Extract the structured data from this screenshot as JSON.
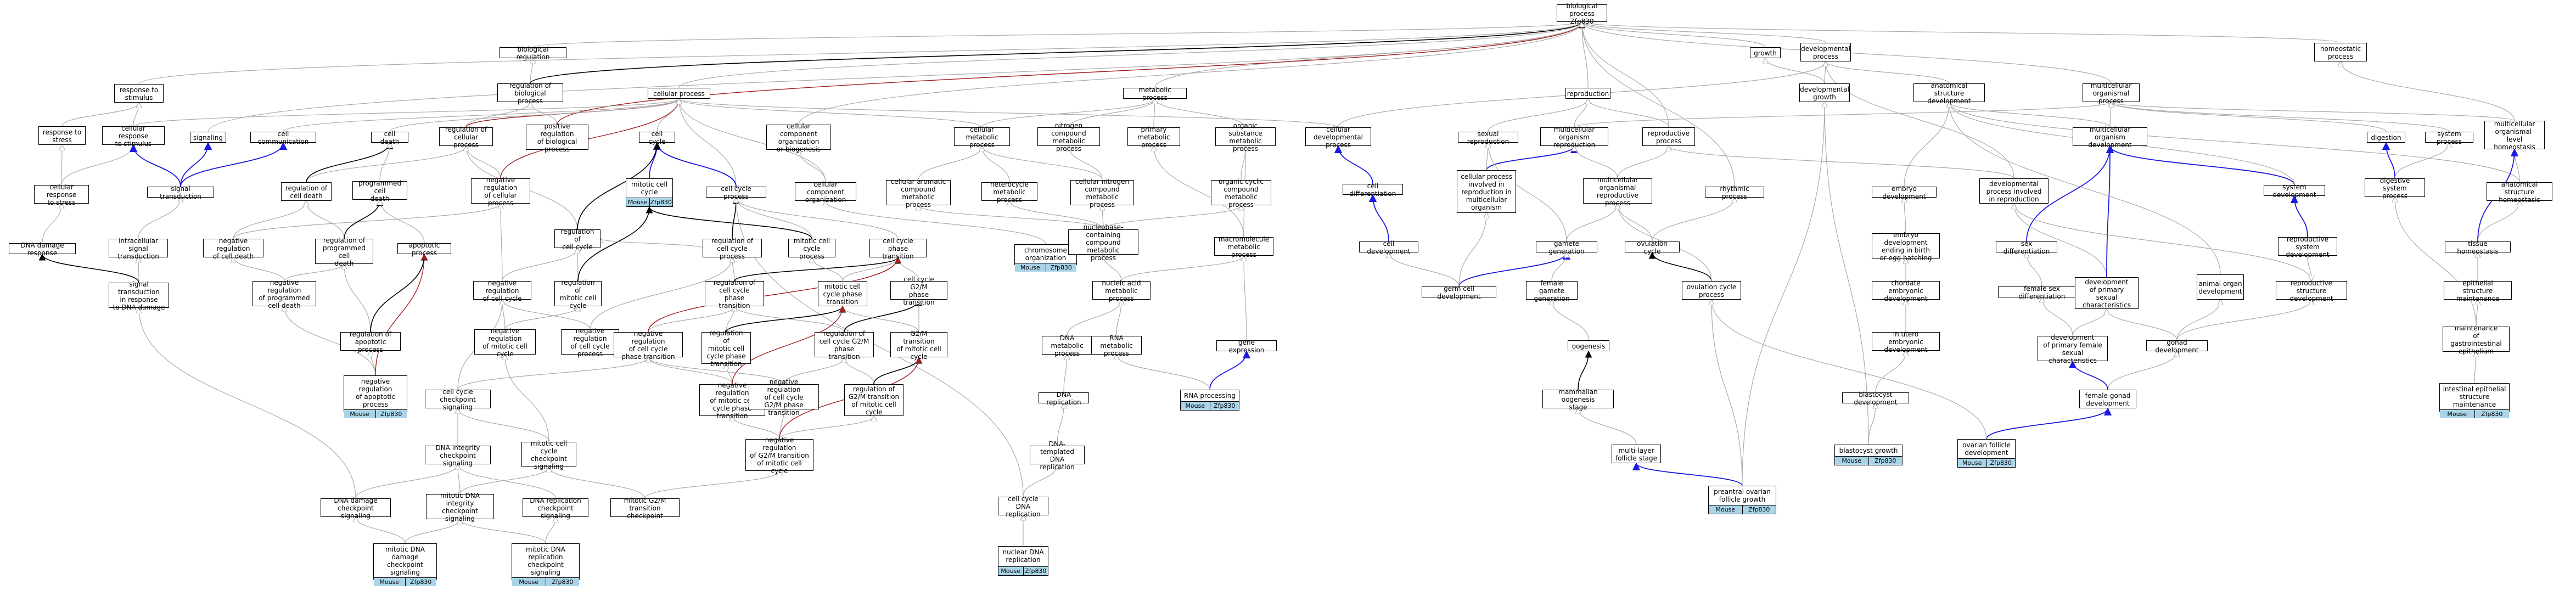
{
  "colors": {
    "is_a": "#aaaaaa",
    "part_of": "#000000",
    "regulates": "#a31c1c",
    "positive": "#1a1ae0",
    "tag_bg": "#a9d4e8"
  },
  "annotation_tags": [
    "Mouse",
    "Zfp830"
  ],
  "nodes": [
    {
      "id": "bp",
      "label": "biological process\nZfp830"
    },
    {
      "id": "breg",
      "label": "biological regulation"
    },
    {
      "id": "rbp",
      "label": "regulation of\nbiological process"
    },
    {
      "id": "rts",
      "label": "response to\nstimulus"
    },
    {
      "id": "rtstress",
      "label": "response to\nstress"
    },
    {
      "id": "crts",
      "label": "cellular response\nto stimulus"
    },
    {
      "id": "sig",
      "label": "signaling"
    },
    {
      "id": "ccomm",
      "label": "cell communication"
    },
    {
      "id": "cdeath",
      "label": "cell death"
    },
    {
      "id": "rcp",
      "label": "regulation of\ncellular process"
    },
    {
      "id": "prbp",
      "label": "positive regulation\nof biological\nprocess"
    },
    {
      "id": "cp",
      "label": "cellular process"
    },
    {
      "id": "ccogb",
      "label": "cellular component\norganization\nor biogenesis"
    },
    {
      "id": "mp",
      "label": "metabolic process"
    },
    {
      "id": "crtstress",
      "label": "cellular response\nto stress"
    },
    {
      "id": "st",
      "label": "signal transduction"
    },
    {
      "id": "rcd",
      "label": "regulation of\ncell death"
    },
    {
      "id": "pcd",
      "label": "programmed cell\ndeath"
    },
    {
      "id": "nrcp",
      "label": "negative regulation\nof cellular\nprocess"
    },
    {
      "id": "cc",
      "label": "cell cycle"
    },
    {
      "id": "mcc",
      "label": "mitotic cell\ncycle",
      "annot": true
    },
    {
      "id": "ccproc",
      "label": "cell cycle process"
    },
    {
      "id": "cco",
      "label": "cellular component\norganization"
    },
    {
      "id": "cmetp",
      "label": "cellular metabolic\nprocess"
    },
    {
      "id": "ncmp",
      "label": "nitrogen compound\nmetabolic process"
    },
    {
      "id": "pmp",
      "label": "primary metabolic\nprocess"
    },
    {
      "id": "osmp",
      "label": "organic substance\nmetabolic process"
    },
    {
      "id": "cdevp",
      "label": "cellular developmental\nprocess"
    },
    {
      "id": "dnadr",
      "label": "DNA damage response"
    },
    {
      "id": "ist",
      "label": "intracellular\nsignal transduction"
    },
    {
      "id": "nrcd",
      "label": "negative regulation\nof cell death"
    },
    {
      "id": "rpcd",
      "label": "regulation of\nprogrammed cell\ndeath"
    },
    {
      "id": "rcc",
      "label": "regulation of\ncell cycle"
    },
    {
      "id": "carcmp",
      "label": "cellular aromatic\ncompound metabolic\nprocess"
    },
    {
      "id": "hmp",
      "label": "heterocycle\nmetabolic process"
    },
    {
      "id": "cncmp",
      "label": "cellular nitrogen\ncompound metabolic\nprocess"
    },
    {
      "id": "ocmp",
      "label": "organic cyclic\ncompound metabolic\nprocess"
    },
    {
      "id": "stdna",
      "label": "signal transduction\nin response\nto DNA damage"
    },
    {
      "id": "nrpcd",
      "label": "negative regulation\nof programmed\ncell death"
    },
    {
      "id": "ap",
      "label": "apoptotic process"
    },
    {
      "id": "nrcc",
      "label": "negative regulation\nof cell cycle"
    },
    {
      "id": "rmcc",
      "label": "regulation of\nmitotic cell\ncycle"
    },
    {
      "id": "rccp",
      "label": "regulation of\ncell cycle process"
    },
    {
      "id": "mccp",
      "label": "mitotic cell\ncycle process"
    },
    {
      "id": "ccpt",
      "label": "cell cycle phase\ntransition"
    },
    {
      "id": "chromorg",
      "label": "chromosome organization",
      "annot": true
    },
    {
      "id": "nccmp",
      "label": "nucleobase-containing\ncompound metabolic\nprocess"
    },
    {
      "id": "macmp",
      "label": "macromolecule\nmetabolic process"
    },
    {
      "id": "rap",
      "label": "regulation of\napoptotic process"
    },
    {
      "id": "nrap",
      "label": "negative regulation\nof apoptotic\nprocess",
      "annot": true
    },
    {
      "id": "nrmcc",
      "label": "negative regulation\nof mitotic cell\ncycle"
    },
    {
      "id": "nrccp",
      "label": "negative regulation\nof cell cycle\nprocess"
    },
    {
      "id": "rccpt",
      "label": "regulation of\ncell cycle phase\ntransition"
    },
    {
      "id": "mccpt",
      "label": "mitotic cell\ncycle phase\ntransition"
    },
    {
      "id": "ccg2m",
      "label": "cell cycle G2/M\nphase transition"
    },
    {
      "id": "nrccpt",
      "label": "negative regulation\nof cell cycle\nphase transition"
    },
    {
      "id": "rmccpt",
      "label": "regulation of\nmitotic cell\ncycle phase\ntransition"
    },
    {
      "id": "rccg2m",
      "label": "regulation of\ncell cycle G2/M\nphase transition"
    },
    {
      "id": "g2mmcc",
      "label": "G2/M transition\nof mitotic cell\ncycle"
    },
    {
      "id": "nrmccpt",
      "label": "negative regulation\nof mitotic cell\ncycle phase\ntransition"
    },
    {
      "id": "nrccg2m",
      "label": "negative regulation\nof cell cycle\nG2/M phase transition"
    },
    {
      "id": "rg2m",
      "label": "regulation of\nG2/M transition\nof mitotic cell\ncycle"
    },
    {
      "id": "nrg2m",
      "label": "negative regulation\nof G2/M transition\nof mitotic cell\ncycle"
    },
    {
      "id": "nametp",
      "label": "nucleic acid\nmetabolic process"
    },
    {
      "id": "dnamp",
      "label": "DNA metabolic\nprocess"
    },
    {
      "id": "rnamp",
      "label": "RNA metabolic\nprocess"
    },
    {
      "id": "gexp",
      "label": "gene expression"
    },
    {
      "id": "rnap",
      "label": "RNA processing",
      "annot": true
    },
    {
      "id": "dnarep",
      "label": "DNA replication"
    },
    {
      "id": "dtdr",
      "label": "DNA-templated\nDNA replication"
    },
    {
      "id": "ccdr",
      "label": "cell cycle DNA\nreplication"
    },
    {
      "id": "ndr",
      "label": "nuclear DNA\nreplication",
      "annot": true
    },
    {
      "id": "cccs",
      "label": "cell cycle checkpoint\nsignaling"
    },
    {
      "id": "dics",
      "label": "DNA integrity\ncheckpoint signaling"
    },
    {
      "id": "mccs",
      "label": "mitotic cell\ncycle checkpoint\nsignaling"
    },
    {
      "id": "ddcs",
      "label": "DNA damage checkpoint\nsignaling"
    },
    {
      "id": "mdics",
      "label": "mitotic DNA\nintegrity checkpoint\nsignaling"
    },
    {
      "id": "drcs",
      "label": "DNA replication\ncheckpoint signaling"
    },
    {
      "id": "mg2mcs",
      "label": "mitotic G2/M\ntransition checkpoint"
    },
    {
      "id": "mddcs",
      "label": "mitotic DNA\ndamage checkpoint\nsignaling",
      "annot": true
    },
    {
      "id": "mdrcs",
      "label": "mitotic DNA\nreplication checkpoint\nsignaling",
      "annot": true
    },
    {
      "id": "cdiff",
      "label": "cell differentiation"
    },
    {
      "id": "cdev",
      "label": "cell development"
    },
    {
      "id": "growth",
      "label": "growth"
    },
    {
      "id": "devp",
      "label": "developmental\nprocess"
    },
    {
      "id": "devg",
      "label": "developmental\ngrowth"
    },
    {
      "id": "repro",
      "label": "reproduction"
    },
    {
      "id": "sexrep",
      "label": "sexual reproduction"
    },
    {
      "id": "mcorep",
      "label": "multicellular\norganism reproduction"
    },
    {
      "id": "repp",
      "label": "reproductive\nprocess"
    },
    {
      "id": "cpirmo",
      "label": "cellular process\ninvolved in\nreproduction in\nmulticellular\norganism"
    },
    {
      "id": "morp",
      "label": "multicellular\norganismal reproductive\nprocess"
    },
    {
      "id": "rhyp",
      "label": "rhythmic process"
    },
    {
      "id": "gamgen",
      "label": "gamete generation"
    },
    {
      "id": "ovc",
      "label": "ovulation cycle"
    },
    {
      "id": "gcd",
      "label": "germ cell development"
    },
    {
      "id": "fgg",
      "label": "female gamete\ngeneration"
    },
    {
      "id": "ovcp",
      "label": "ovulation cycle\nprocess"
    },
    {
      "id": "oog",
      "label": "oogenesis"
    },
    {
      "id": "mos",
      "label": "mammalian oogenesis\nstage"
    },
    {
      "id": "mlfs",
      "label": "multi-layer\nfollicle stage"
    },
    {
      "id": "pofg",
      "label": "preantral ovarian\nfollicle growth",
      "annot": true
    },
    {
      "id": "asd",
      "label": "anatomical structure\ndevelopment"
    },
    {
      "id": "mcod",
      "label": "multicellular\norganism development"
    },
    {
      "id": "embd",
      "label": "embryo development"
    },
    {
      "id": "dpir",
      "label": "developmental\nprocess involved\nin reproduction"
    },
    {
      "id": "edbe",
      "label": "embryo development\nending in birth\nor egg hatching"
    },
    {
      "id": "ced",
      "label": "chordate embryonic\ndevelopment"
    },
    {
      "id": "iued",
      "label": "in utero embryonic\ndevelopment"
    },
    {
      "id": "blastd",
      "label": "blastocyst development"
    },
    {
      "id": "blastg",
      "label": "blastocyst growth",
      "annot": true
    },
    {
      "id": "sexdiff",
      "label": "sex differentiation"
    },
    {
      "id": "fsd",
      "label": "female sex differentiation"
    },
    {
      "id": "dpsc",
      "label": "development\nof primary sexual\ncharacteristics"
    },
    {
      "id": "dpfsc",
      "label": "development\nof primary female\nsexual characteristics"
    },
    {
      "id": "aod",
      "label": "animal organ\ndevelopment"
    },
    {
      "id": "rsd",
      "label": "reproductive\nstructure development"
    },
    {
      "id": "gd",
      "label": "gonad development"
    },
    {
      "id": "fgd",
      "label": "female gonad\ndevelopment"
    },
    {
      "id": "ofd",
      "label": "ovarian follicle\ndevelopment",
      "annot": true
    },
    {
      "id": "mop",
      "label": "multicellular\norganismal process"
    },
    {
      "id": "sysdev",
      "label": "system development"
    },
    {
      "id": "repsd",
      "label": "reproductive\nsystem development"
    },
    {
      "id": "hp",
      "label": "homeostatic\nprocess"
    },
    {
      "id": "digestion",
      "label": "digestion"
    },
    {
      "id": "sysp",
      "label": "system process"
    },
    {
      "id": "digsysp",
      "label": "digestive system\nprocess"
    },
    {
      "id": "molh",
      "label": "multicellular\norganismal-level\nhomeostasis"
    },
    {
      "id": "ash",
      "label": "anatomical structure\nhomeostasis"
    },
    {
      "id": "th",
      "label": "tissue homeostasis"
    },
    {
      "id": "esm",
      "label": "epithelial structure\nmaintenance"
    },
    {
      "id": "mge",
      "label": "maintenance\nof gastrointestinal\nepithelium"
    },
    {
      "id": "iesm",
      "label": "intestinal epithelial\nstructure maintenance",
      "annot": true
    }
  ]
}
